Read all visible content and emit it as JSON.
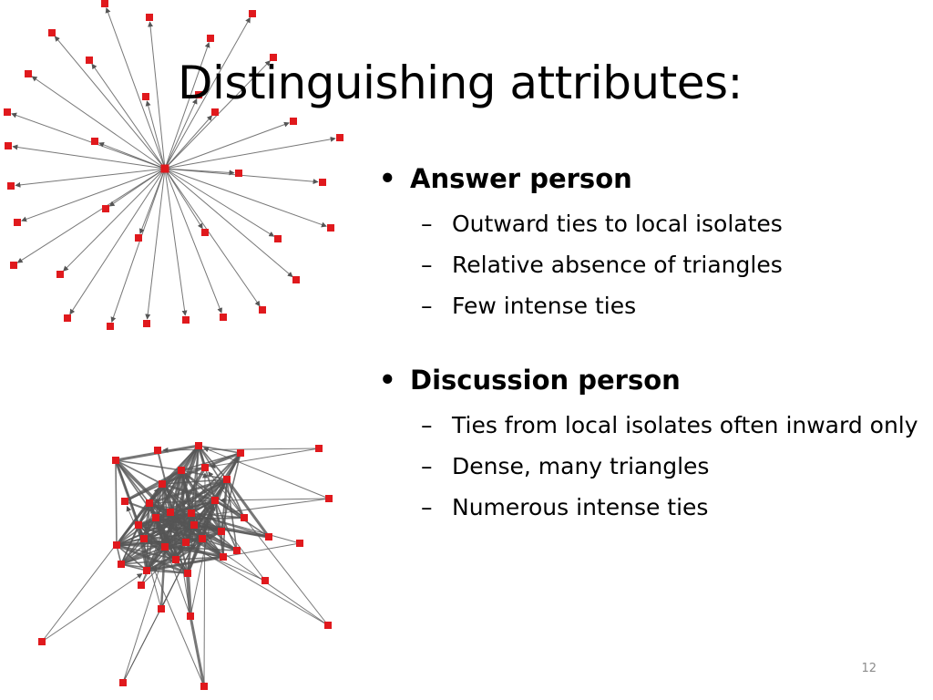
{
  "slide": {
    "title": "Distinguishing attributes:",
    "number": "12",
    "colors": {
      "node": "#e0191d",
      "edge": "#555555",
      "text": "#000000"
    }
  },
  "bullets": [
    {
      "heading": "Answer person",
      "items": [
        "Outward ties to local isolates",
        "Relative absence of triangles",
        "Few intense ties"
      ]
    },
    {
      "heading": "Discussion person",
      "items": [
        "Ties from local isolates often inward only",
        "Dense, many triangles",
        "Numerous intense ties"
      ]
    }
  ],
  "bullet_symbol": "•",
  "sub_symbol": "–"
}
